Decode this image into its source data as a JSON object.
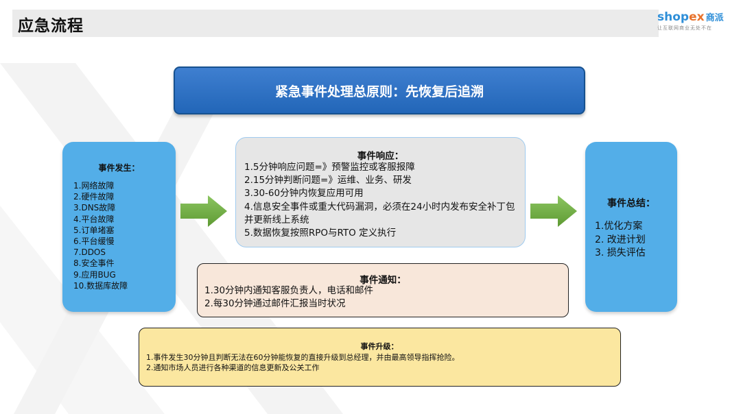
{
  "page": {
    "title": "应急流程"
  },
  "logo": {
    "brand_left": "shop",
    "brand_x": "ex",
    "brand_cn": "商派",
    "slogan": "让互联网商业无处不在"
  },
  "principle": "紧急事件处理总原则：先恢复后追溯",
  "occurrence": {
    "heading": "事件发生：",
    "items": [
      "1.网络故障",
      "2.硬件故障",
      "3.DNS故障",
      "4.平台故障",
      "5.订单堵塞",
      "6.平台缓慢",
      "7.DDOS",
      "8.安全事件",
      "9.应用BUG",
      "10.数据库故障"
    ]
  },
  "response": {
    "heading": "事件响应：",
    "items": [
      "1.5分钟响应问题=》预警监控或客服报障",
      "2.15分钟判断问题=》运维、业务、研发",
      "3.30-60分钟内恢复应用可用",
      "4.信息安全事件或重大代码漏洞，必须在24小时内发布安全补丁包并更新线上系统",
      "5.数据恢复按照RPO与RTO 定义执行"
    ]
  },
  "summary": {
    "heading": "事件总结：",
    "items": [
      "1.优化方案",
      "2. 改进计划",
      "3. 损失评估"
    ]
  },
  "notification": {
    "heading": "事件通知：",
    "items": [
      "1.30分钟内通知客服负责人，电话和邮件",
      "2.每30分钟通过邮件汇报当时状况"
    ]
  },
  "escalation": {
    "heading": "事件升级：",
    "items": [
      "1.事件发生30分钟且判断无法在60分钟能恢复的直接升级到总经理，并由最高领导指挥抢险。",
      "2.通知市场人员进行各种渠道的信息更新及公关工作"
    ]
  },
  "colors": {
    "banner": "#2266b8",
    "side_box": "#53aee8",
    "response_box": "#e6e6e6",
    "notification_box": "#f8e7da",
    "escalation_box": "#fbe7a0",
    "arrow": "#77b24a"
  }
}
